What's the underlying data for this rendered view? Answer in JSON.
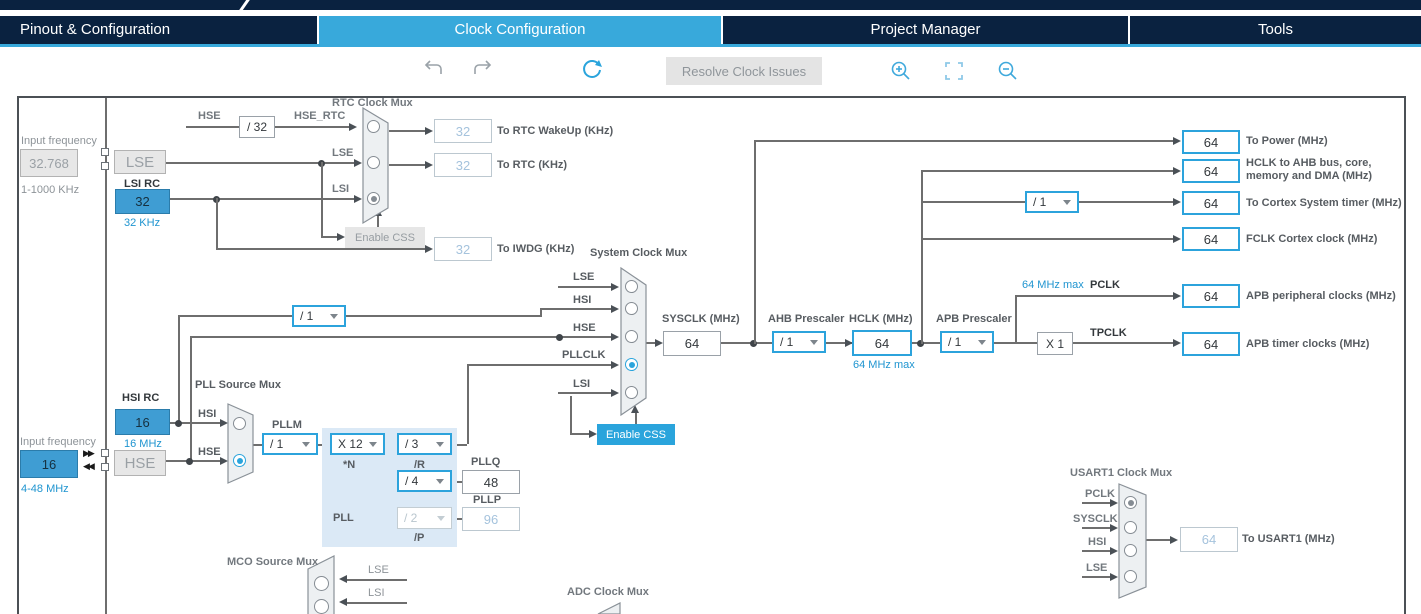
{
  "tabs": {
    "pinout": "Pinout & Configuration",
    "clock": "Clock Configuration",
    "project": "Project Manager",
    "tools": "Tools"
  },
  "toolbar": {
    "resolve": "Resolve Clock Issues"
  },
  "colors": {
    "navy": "#0a2240",
    "accent_blue": "#38a9db",
    "box_blue": "#3f9dd3",
    "wire": "#6e6e6e"
  },
  "lse_section": {
    "input_label": "Input frequency",
    "input_value": "32.768",
    "input_range": "1-1000 KHz",
    "lse": "LSE",
    "lsi_label": "LSI RC",
    "lsi_value": "32",
    "lsi_freq": "32 KHz"
  },
  "rtc": {
    "title": "RTC Clock Mux",
    "hse_label": "HSE",
    "div32": "/ 32",
    "hse_rtc": "HSE_RTC",
    "lse": "LSE",
    "lsi": "LSI",
    "enable_css": "Enable CSS",
    "wakeup_value": "32",
    "wakeup_label": "To RTC WakeUp (KHz)",
    "rtc_value": "32",
    "rtc_label": "To RTC (KHz)",
    "iwdg_value": "32",
    "iwdg_label": "To IWDG (KHz)"
  },
  "sysmux": {
    "title": "System Clock Mux",
    "inputs": [
      "LSE",
      "HSI",
      "HSE",
      "PLLCLK",
      "LSI"
    ],
    "hsi_div": "/ 1",
    "enable_css": "Enable CSS",
    "sysclk_label": "SYSCLK (MHz)",
    "sysclk_value": "64"
  },
  "prescalers": {
    "ahb_label": "AHB Prescaler",
    "ahb_value": "/ 1",
    "hclk_label": "HCLK (MHz)",
    "hclk_value": "64",
    "hclk_max": "64 MHz max",
    "apb_label": "APB Prescaler",
    "apb_value": "/ 1",
    "apb_max": "64 MHz max",
    "pclk": "PCLK",
    "x1": "X 1",
    "tpclk": "TPCLK",
    "cortex_div": "/ 1"
  },
  "outputs": [
    {
      "value": "64",
      "label": "To Power (MHz)"
    },
    {
      "value": "64",
      "label": "HCLK to AHB bus, core,",
      "label2": "memory and DMA (MHz)"
    },
    {
      "value": "64",
      "label": "To Cortex System timer (MHz)"
    },
    {
      "value": "64",
      "label": "FCLK Cortex clock (MHz)"
    },
    {
      "value": "64",
      "label": "APB peripheral clocks (MHz)"
    },
    {
      "value": "64",
      "label": "APB timer clocks (MHz)"
    }
  ],
  "pll": {
    "source_title": "PLL Source Mux",
    "hsi": "HSI",
    "hse": "HSE",
    "pllm_label": "PLLM",
    "pllm": "/ 1",
    "n": "X 12",
    "n_label": "*N",
    "r": "/ 3",
    "r_label": "/R",
    "q": "/ 4",
    "pllq_label": "PLLQ",
    "pllq": "48",
    "p": "/ 2",
    "p_label": "/P",
    "pllp_label": "PLLP",
    "pllp": "96",
    "pll_label": "PLL"
  },
  "hsi_section": {
    "label": "HSI RC",
    "value": "16",
    "freq": "16 MHz",
    "input_label": "Input frequency",
    "input_value": "16",
    "input_range": "4-48 MHz",
    "hse": "HSE"
  },
  "mco": {
    "title": "MCO Source Mux",
    "lse": "LSE",
    "lsi": "LSI"
  },
  "adc": {
    "title": "ADC Clock Mux"
  },
  "usart1": {
    "title": "USART1 Clock Mux",
    "inputs": [
      "PCLK",
      "SYSCLK",
      "HSI",
      "LSE"
    ],
    "value": "64",
    "label": "To USART1 (MHz)"
  }
}
